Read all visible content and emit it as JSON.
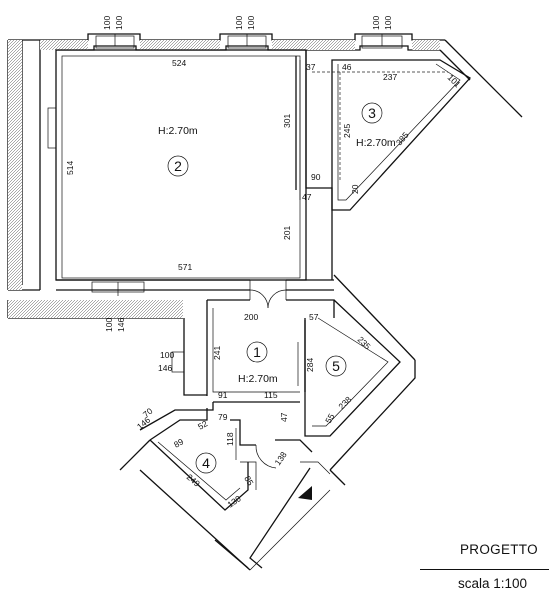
{
  "plan": {
    "wall_dims": {
      "top_left_opening_a": "100",
      "top_left_opening_b": "100",
      "top_mid_opening_a": "100",
      "top_mid_opening_b": "100",
      "top_right_opening_a": "100",
      "top_right_opening_b": "100",
      "bottom_opening_a": "100",
      "bottom_opening_b": "146",
      "side_opening_a": "100",
      "side_opening_b": "146",
      "corner_a": "70",
      "corner_b": "146"
    },
    "rooms": [
      {
        "number": "2",
        "height": "H:2.70m"
      },
      {
        "number": "3",
        "height": "H:2.70m"
      },
      {
        "number": "1",
        "height": "H:2.70m"
      },
      {
        "number": "4",
        "height": ""
      },
      {
        "number": "5",
        "height": ""
      }
    ],
    "dimensions": {
      "room2_top": "524",
      "room2_left": "514",
      "room2_right_upper": "301",
      "room2_right_lower": "201",
      "room2_bottom": "571",
      "room2_step_a": "90",
      "room2_step_b": "47",
      "room3_37": "37",
      "room3_46": "46",
      "room3_top": "237",
      "room3_101": "101",
      "room3_left": "245",
      "room3_diag": "385",
      "room3_20": "20",
      "room1_top": "200",
      "room1_57": "57",
      "room1_left": "241",
      "room1_right": "284",
      "room1_91": "91",
      "room1_115": "115",
      "room1_47": "47",
      "room5_top": "235",
      "room5_bottom": "238",
      "room5_55": "55",
      "room4_79": "79",
      "room4_52": "52",
      "room4_118": "118",
      "room4_89": "89",
      "room4_138": "138",
      "room4_249": "249",
      "room4_85": "85",
      "room4_130": "130"
    }
  },
  "footer": {
    "title": "PROGETTO",
    "scale": "scala  1:100"
  }
}
